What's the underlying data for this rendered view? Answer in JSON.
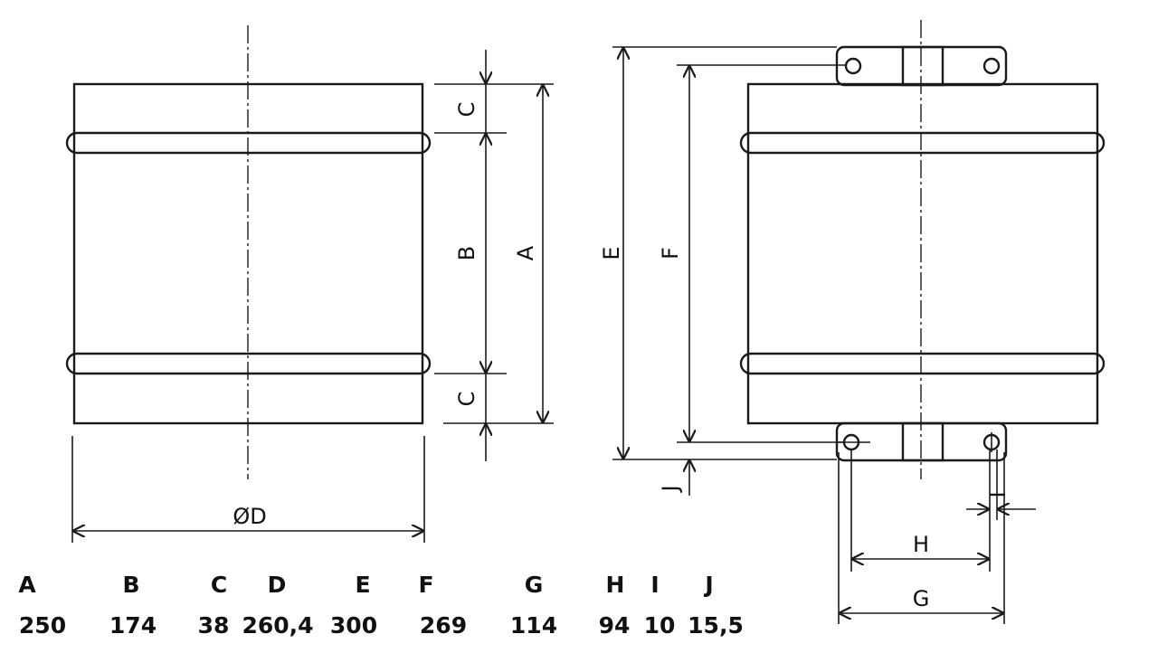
{
  "labels": {
    "A": "A",
    "B": "B",
    "C_top": "C",
    "C_bottom": "C",
    "D": "ØD",
    "E": "E",
    "F": "F",
    "G": "G",
    "H": "H",
    "I": "I",
    "J": "J"
  },
  "table": {
    "headers": [
      "A",
      "B",
      "C",
      "D",
      "E",
      "F",
      "G",
      "H",
      "I",
      "J"
    ],
    "values": [
      "250",
      "174",
      "38",
      "260,4",
      "300",
      "269",
      "114",
      "94",
      "10",
      "15,5"
    ]
  }
}
